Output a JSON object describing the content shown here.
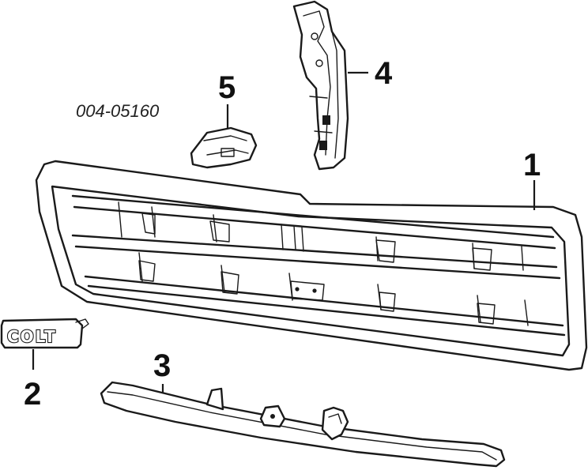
{
  "catalog_code": "004-05160",
  "callouts": [
    {
      "id": "1",
      "label": "1"
    },
    {
      "id": "2",
      "label": "2"
    },
    {
      "id": "3",
      "label": "3"
    },
    {
      "id": "4",
      "label": "4"
    },
    {
      "id": "5",
      "label": "5"
    }
  ],
  "emblem_text": "COLT"
}
